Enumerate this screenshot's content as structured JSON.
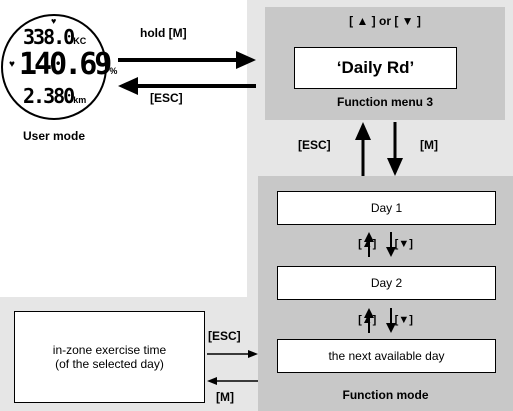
{
  "user_mode": {
    "calories": "338.0",
    "calories_unit": "KC",
    "main_value": "140.69",
    "main_unit": "%",
    "distance": "2.380",
    "distance_unit": "km",
    "label": "User mode"
  },
  "transitions": {
    "hold_m": "hold [M]",
    "esc_top": "[ESC]",
    "esc_vertical": "[ESC]",
    "m_vertical": "[M]",
    "esc_bottom": "[ESC]",
    "m_bottom": "[M]"
  },
  "function_menu": {
    "nav_hint": "[ ▲ ] or [ ▼ ]",
    "selected_item": "‘Daily Rd’",
    "label": "Function menu 3"
  },
  "function_mode": {
    "day1": "Day 1",
    "nav_1": "[▲]      [▼]",
    "day2": "Day 2",
    "nav_2": "[▲]      [▼]",
    "next_day": "the next available day",
    "label": "Function mode"
  },
  "exercise_box": {
    "line1": "in-zone exercise time",
    "line2": "(of the selected day)"
  },
  "colors": {
    "panel_light": "#e6e6e6",
    "panel_dark": "#c8c8c8"
  }
}
